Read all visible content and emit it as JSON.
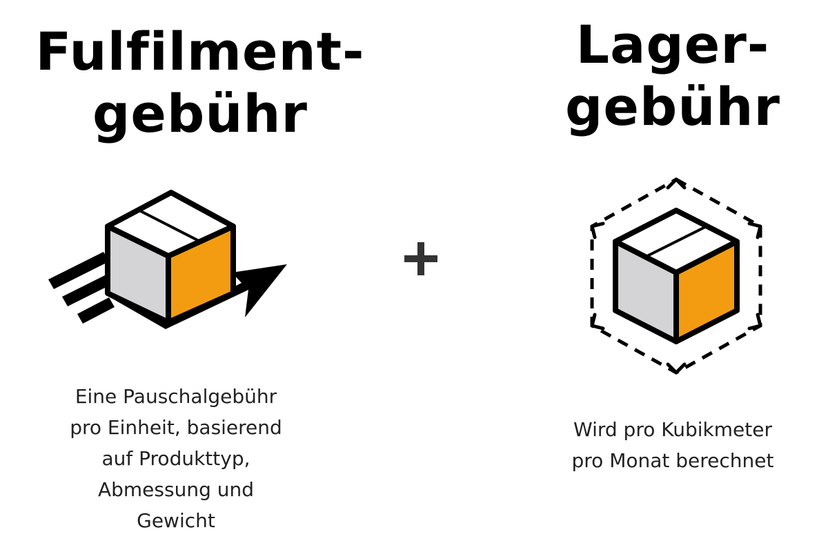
{
  "left": {
    "heading_lines": [
      "Fulfilment-",
      "gebühr"
    ],
    "description_lines": [
      "Eine Pauschalgebühr",
      "pro Einheit, basierend",
      "auf Produkttyp,",
      "Abmessung und",
      "Gewicht"
    ],
    "icon": "moving-box-icon"
  },
  "operator": {
    "icon": "plus-icon"
  },
  "right": {
    "heading_lines": [
      "Lager-",
      "gebühr"
    ],
    "description_lines": [
      "Wird pro Kubikmeter",
      "pro Monat berechnet"
    ],
    "icon": "box-volume-icon"
  },
  "colors": {
    "text": "#000000",
    "box_top": "#ffffff",
    "box_left": "#d4d4d6",
    "box_right": "#f39c12",
    "outline": "#000000",
    "plus": "#333333"
  }
}
